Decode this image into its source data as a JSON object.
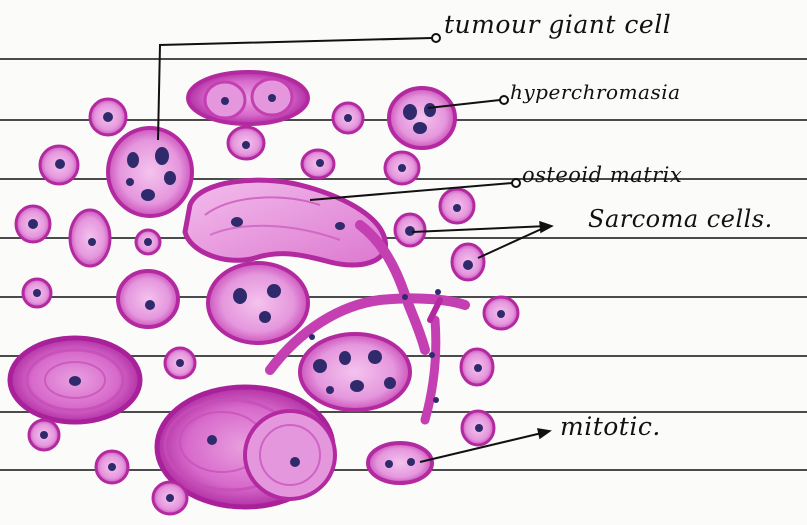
{
  "labels": {
    "tumour_giant_cell": "tumour giant cell",
    "hyperchromasia": "hyperchromasia",
    "osteoid_matrix": "osteoid matrix",
    "sarcoma_cells": "Sarcoma cells.",
    "mitotic": "mitotic."
  },
  "colors": {
    "paper": "#fbfbfa",
    "rule_line": "#2b2b2b",
    "cell_fill": "#e58fdc",
    "cell_rim": "#b32aa0",
    "cytoplasm_light": "#f0b8ea",
    "nucleus": "#2f2a6b",
    "ink": "#111111"
  }
}
